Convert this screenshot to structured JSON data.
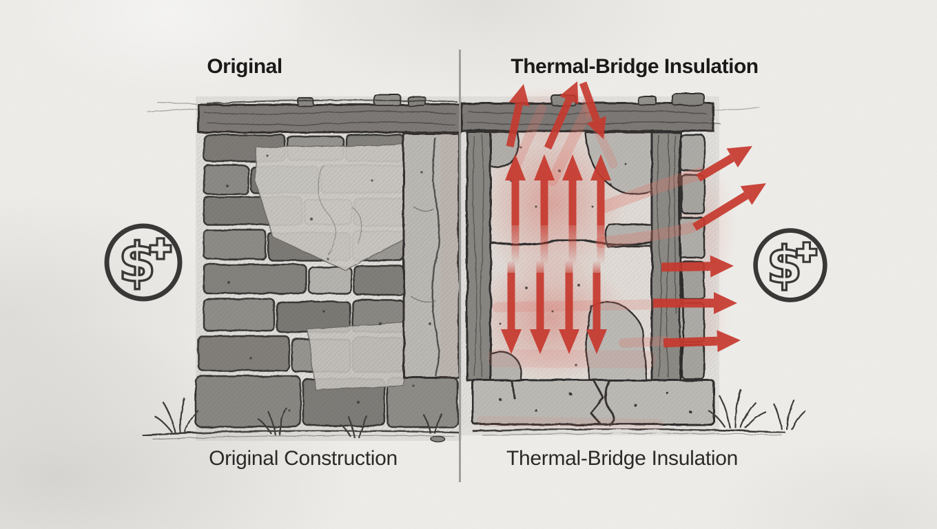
{
  "meta": {
    "type": "hand-drawn comparison diagram",
    "subject": "stone wall cross-section: original construction vs thermal-bridge insulation heat loss"
  },
  "panels": {
    "left": {
      "title": "Original",
      "caption": "Original Construction"
    },
    "right": {
      "title": "Thermal-Bridge Insulation",
      "caption": "Thermal-Bridge Insulation"
    }
  },
  "icons": {
    "left_cost": {
      "name": "dollar-plus-circle-icon",
      "symbol": "$",
      "badge": "+"
    },
    "right_cost": {
      "name": "dollar-plus-circle-icon",
      "symbol": "$",
      "badge": "+"
    }
  },
  "diagram": {
    "heat_flow": {
      "above_lintel_arrows_up": 2,
      "above_lintel_arrows_down": 1,
      "panel_arrows_up": 4,
      "panel_arrows_down": 4,
      "exit_arrows_right": 5
    }
  },
  "colors": {
    "background": "#f0efec",
    "ink": "#1b1a18",
    "pencil": "#2c2a28",
    "stone": "#8a8883",
    "concrete": "#c6c4bf",
    "heat_red": "#c9372c",
    "heat_glow": "#e07467",
    "divider": "#9a9a98"
  }
}
